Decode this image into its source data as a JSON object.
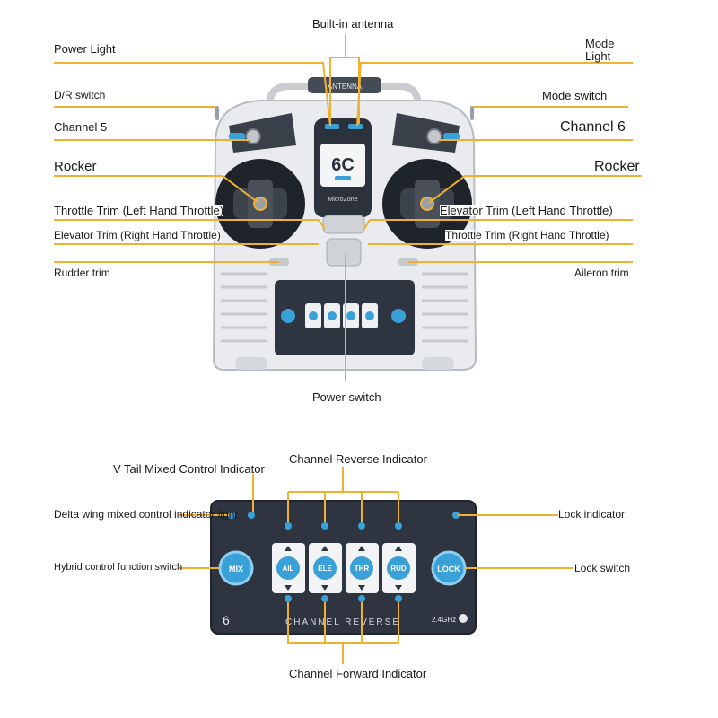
{
  "top_diagram": {
    "labels": {
      "antenna": "Built-in antenna",
      "power_light": "Power Light",
      "mode_light": "Mode\nLight",
      "dr_switch": "D/R switch",
      "mode_switch": "Mode switch",
      "channel5": "Channel 5",
      "channel6": "Channel 6",
      "rocker_left": "Rocker",
      "rocker_right": "Rocker",
      "throttle_trim_left": "Throttle Trim (Left Hand Throttle)",
      "elevator_trim_right_a": "Elevator Trim (Right Hand Throttle)",
      "elevator_trim_left": "Elevator Trim (Left Hand Throttle)",
      "throttle_trim_right": "Throttle Trim (Right Hand Throttle)",
      "rudder_trim": "Rudder trim",
      "aileron_trim": "Aileron trim",
      "power_switch": "Power switch"
    },
    "device": {
      "screen_text": "6C",
      "brand": "MicroZone",
      "antenna_plate": "ANTENNA"
    }
  },
  "bottom_diagram": {
    "labels": {
      "v_tail": "V Tail Mixed Control Indicator",
      "channel_reverse": "Channel Reverse Indicator",
      "delta_wing": "Delta wing mixed control indicator light",
      "lock_indicator": "Lock indicator",
      "hybrid_switch": "Hybrid control function switch",
      "lock_switch": "Lock switch",
      "channel_forward": "Channel Forward Indicator"
    },
    "panel": {
      "mix_button": "MIX",
      "lock_button": "LOCK",
      "channels": [
        "AIL",
        "ELE",
        "THR",
        "RUD"
      ],
      "footer_text": "CHANNEL REVERSE",
      "number": "6",
      "freq": "2.4GHz"
    }
  },
  "colors": {
    "leader": "#f0b030",
    "accent_blue": "#3aa0d8",
    "panel_dark": "#2e3540",
    "body_light": "#e8eaed"
  }
}
